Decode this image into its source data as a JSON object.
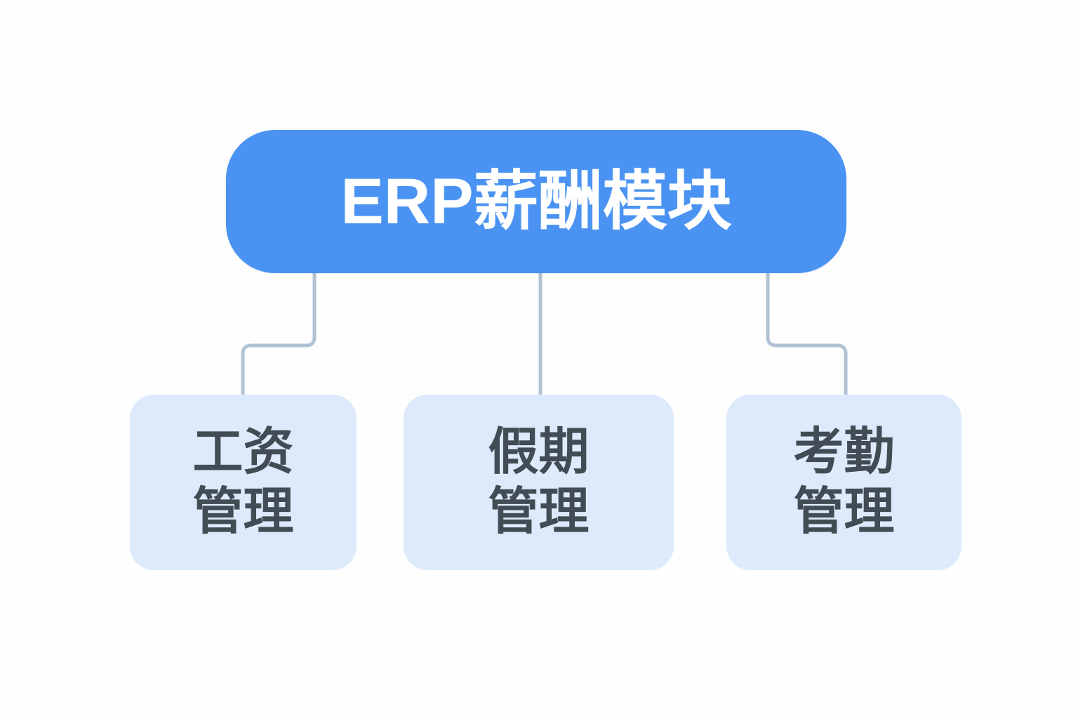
{
  "diagram": {
    "type": "hierarchy-tree",
    "background_color": "#fefeff",
    "connector_color": "#b0c2d3",
    "root": {
      "id": "erp-payroll-module",
      "label": "ERP薪酬模块",
      "fill_color": "#4a93f2",
      "text_color": "#ffffff",
      "shape": "rounded-rectangle"
    },
    "children": [
      {
        "id": "payroll-management",
        "label": "工资管理",
        "line1": "工资",
        "line2": "管理",
        "fill_color": "#ddeafb",
        "text_color": "#414c55",
        "shape": "rounded-rectangle"
      },
      {
        "id": "leave-management",
        "label": "假期管理",
        "line1": "假期",
        "line2": "管理",
        "fill_color": "#ddeafb",
        "text_color": "#414c55",
        "shape": "rounded-rectangle"
      },
      {
        "id": "attendance-management",
        "label": "考勤管理",
        "line1": "考勤",
        "line2": "管理",
        "fill_color": "#ddeafb",
        "text_color": "#414c55",
        "shape": "rounded-rectangle"
      }
    ]
  }
}
